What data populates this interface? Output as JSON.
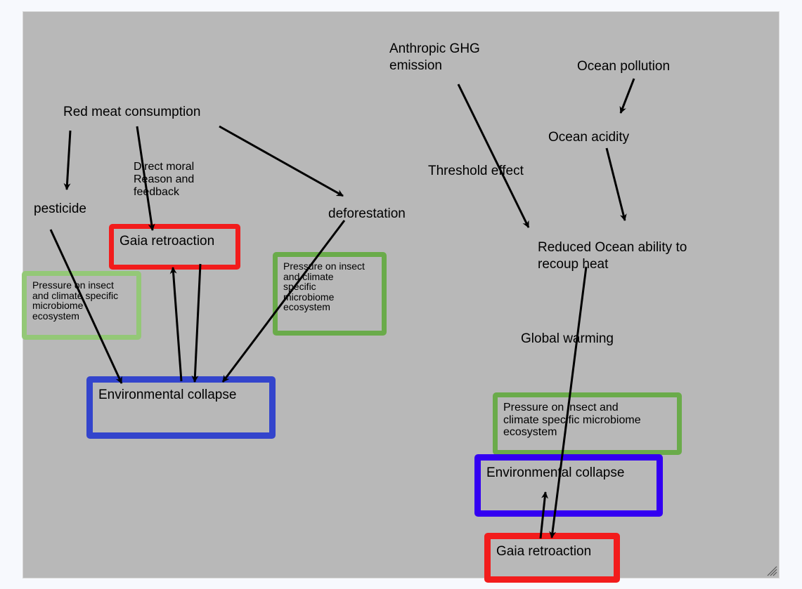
{
  "colors": {
    "page_bg": "#f7f9fd",
    "canvas_bg": "#b8b8b8",
    "red": "#f21c1c",
    "blue": "#3344cc",
    "violet_blue": "#3300f2",
    "green": "#6aab4a",
    "light_green": "#94c877",
    "arrow": "#000000"
  },
  "labels": {
    "red_meat": "Red meat consumption",
    "pesticide": "pesticide",
    "direct_moral": "Direct moral\nReason and\nfeedback",
    "deforestation": "deforestation",
    "anthropic_ghg": "Anthropic GHG\nemission",
    "ocean_pollution": "Ocean pollution",
    "ocean_acidity": "Ocean acidity",
    "threshold_effect": "Threshold effect",
    "reduced_ocean": "Reduced Ocean ability to\nrecoup heat",
    "global_warming": "Global warming"
  },
  "boxes": {
    "gaia_left": "Gaia retroaction",
    "pressure_left": "Pressure on insect\nand climate specific\nmicrobiome\necosystem",
    "pressure_center": "Pressure on insect\nand climate\nspecific\nmicrobiome\necosystem",
    "env_left": "Environmental collapse",
    "pressure_right": "Pressure on insect and\nclimate specific microbiome\necosystem",
    "env_right": "Environmental collapse",
    "gaia_right": "Gaia retroaction"
  },
  "icons": {
    "resize_grip": "resize-grip-icon",
    "arrow_head": "arrowhead-icon"
  }
}
